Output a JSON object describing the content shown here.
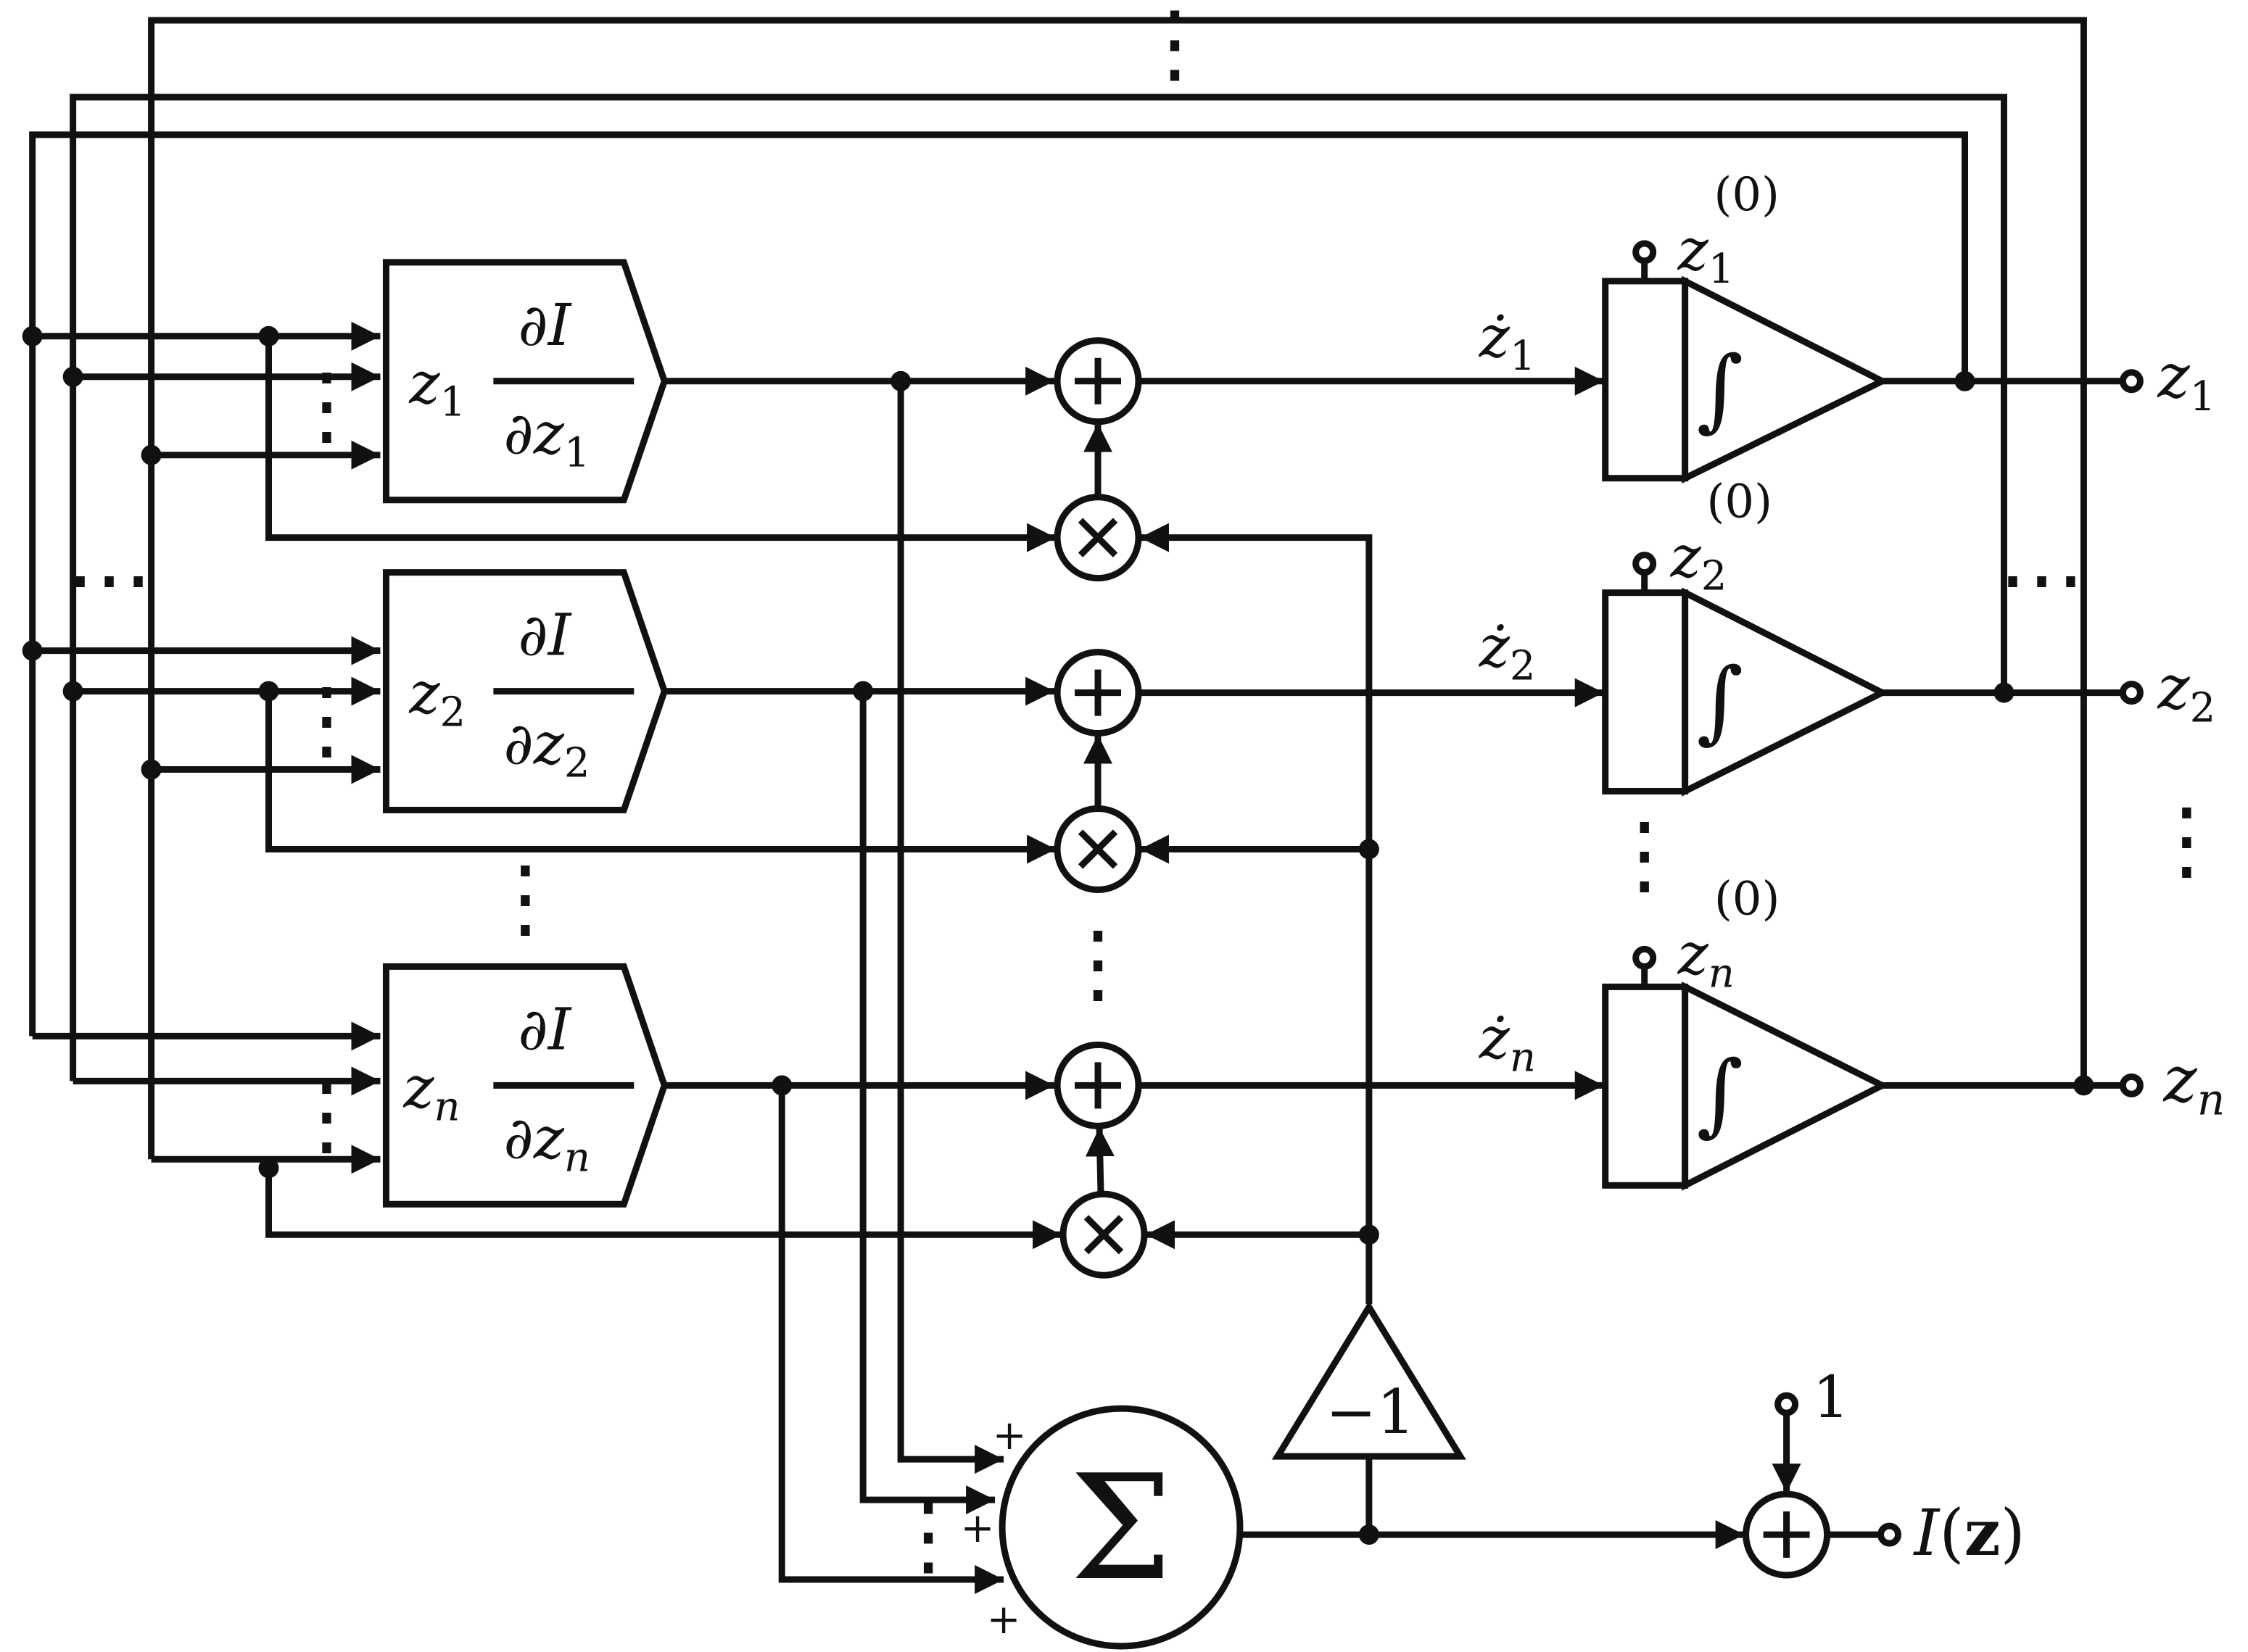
{
  "gradient_blocks": [
    {
      "var": "z",
      "sub": "1",
      "numerator": "∂I",
      "den_var": "∂z",
      "den_sub": "1"
    },
    {
      "var": "z",
      "sub": "2",
      "numerator": "∂I",
      "den_var": "∂z",
      "den_sub": "2"
    },
    {
      "var": "z",
      "sub": "n",
      "numerator": "∂I",
      "den_var": "∂z",
      "den_sub": "n"
    }
  ],
  "integrators": [
    {
      "deriv_var": "ż",
      "deriv_sub": "1",
      "ic_var": "z",
      "ic_sub": "1",
      "ic_sup": "(0)",
      "integral": "∫",
      "out_var": "z",
      "out_sub": "1"
    },
    {
      "deriv_var": "ż",
      "deriv_sub": "2",
      "ic_var": "z",
      "ic_sub": "2",
      "ic_sup": "(0)",
      "integral": "∫",
      "out_var": "z",
      "out_sub": "2"
    },
    {
      "deriv_var": "ż",
      "deriv_sub": "n",
      "ic_var": "z",
      "ic_sub": "n",
      "ic_sup": "(0)",
      "integral": "∫",
      "out_var": "z",
      "out_sub": "n"
    }
  ],
  "summer": {
    "symbol": "Σ",
    "signs": [
      "+",
      "+",
      "+"
    ]
  },
  "gain": {
    "label": "−1"
  },
  "constant": {
    "label": "1"
  },
  "output": {
    "func": "I",
    "open": "(",
    "arg": "z",
    "close": ")"
  },
  "ellipsis": {
    "horizontal": "⋯",
    "vertical": "⋮"
  }
}
